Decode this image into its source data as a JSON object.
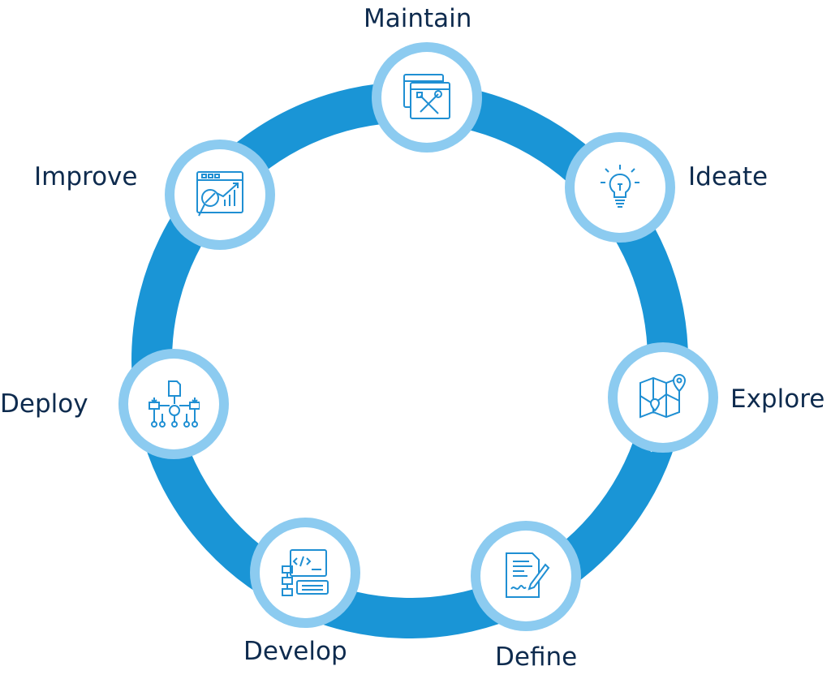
{
  "colors": {
    "arrow": "#1a95d6",
    "node_ring": "#8ccbf0",
    "node_fill": "#ffffff",
    "icon": "#1f8fd3",
    "label": "#0e2b4e"
  },
  "stages": [
    {
      "label": "Maintain",
      "icon": "maintenance-tools-icon"
    },
    {
      "label": "Ideate",
      "icon": "lightbulb-icon"
    },
    {
      "label": "Explore",
      "icon": "map-pin-icon"
    },
    {
      "label": "Define",
      "icon": "document-pen-icon"
    },
    {
      "label": "Develop",
      "icon": "code-flowchart-icon"
    },
    {
      "label": "Deploy",
      "icon": "deployment-network-icon"
    },
    {
      "label": "Improve",
      "icon": "analytics-growth-icon"
    }
  ]
}
